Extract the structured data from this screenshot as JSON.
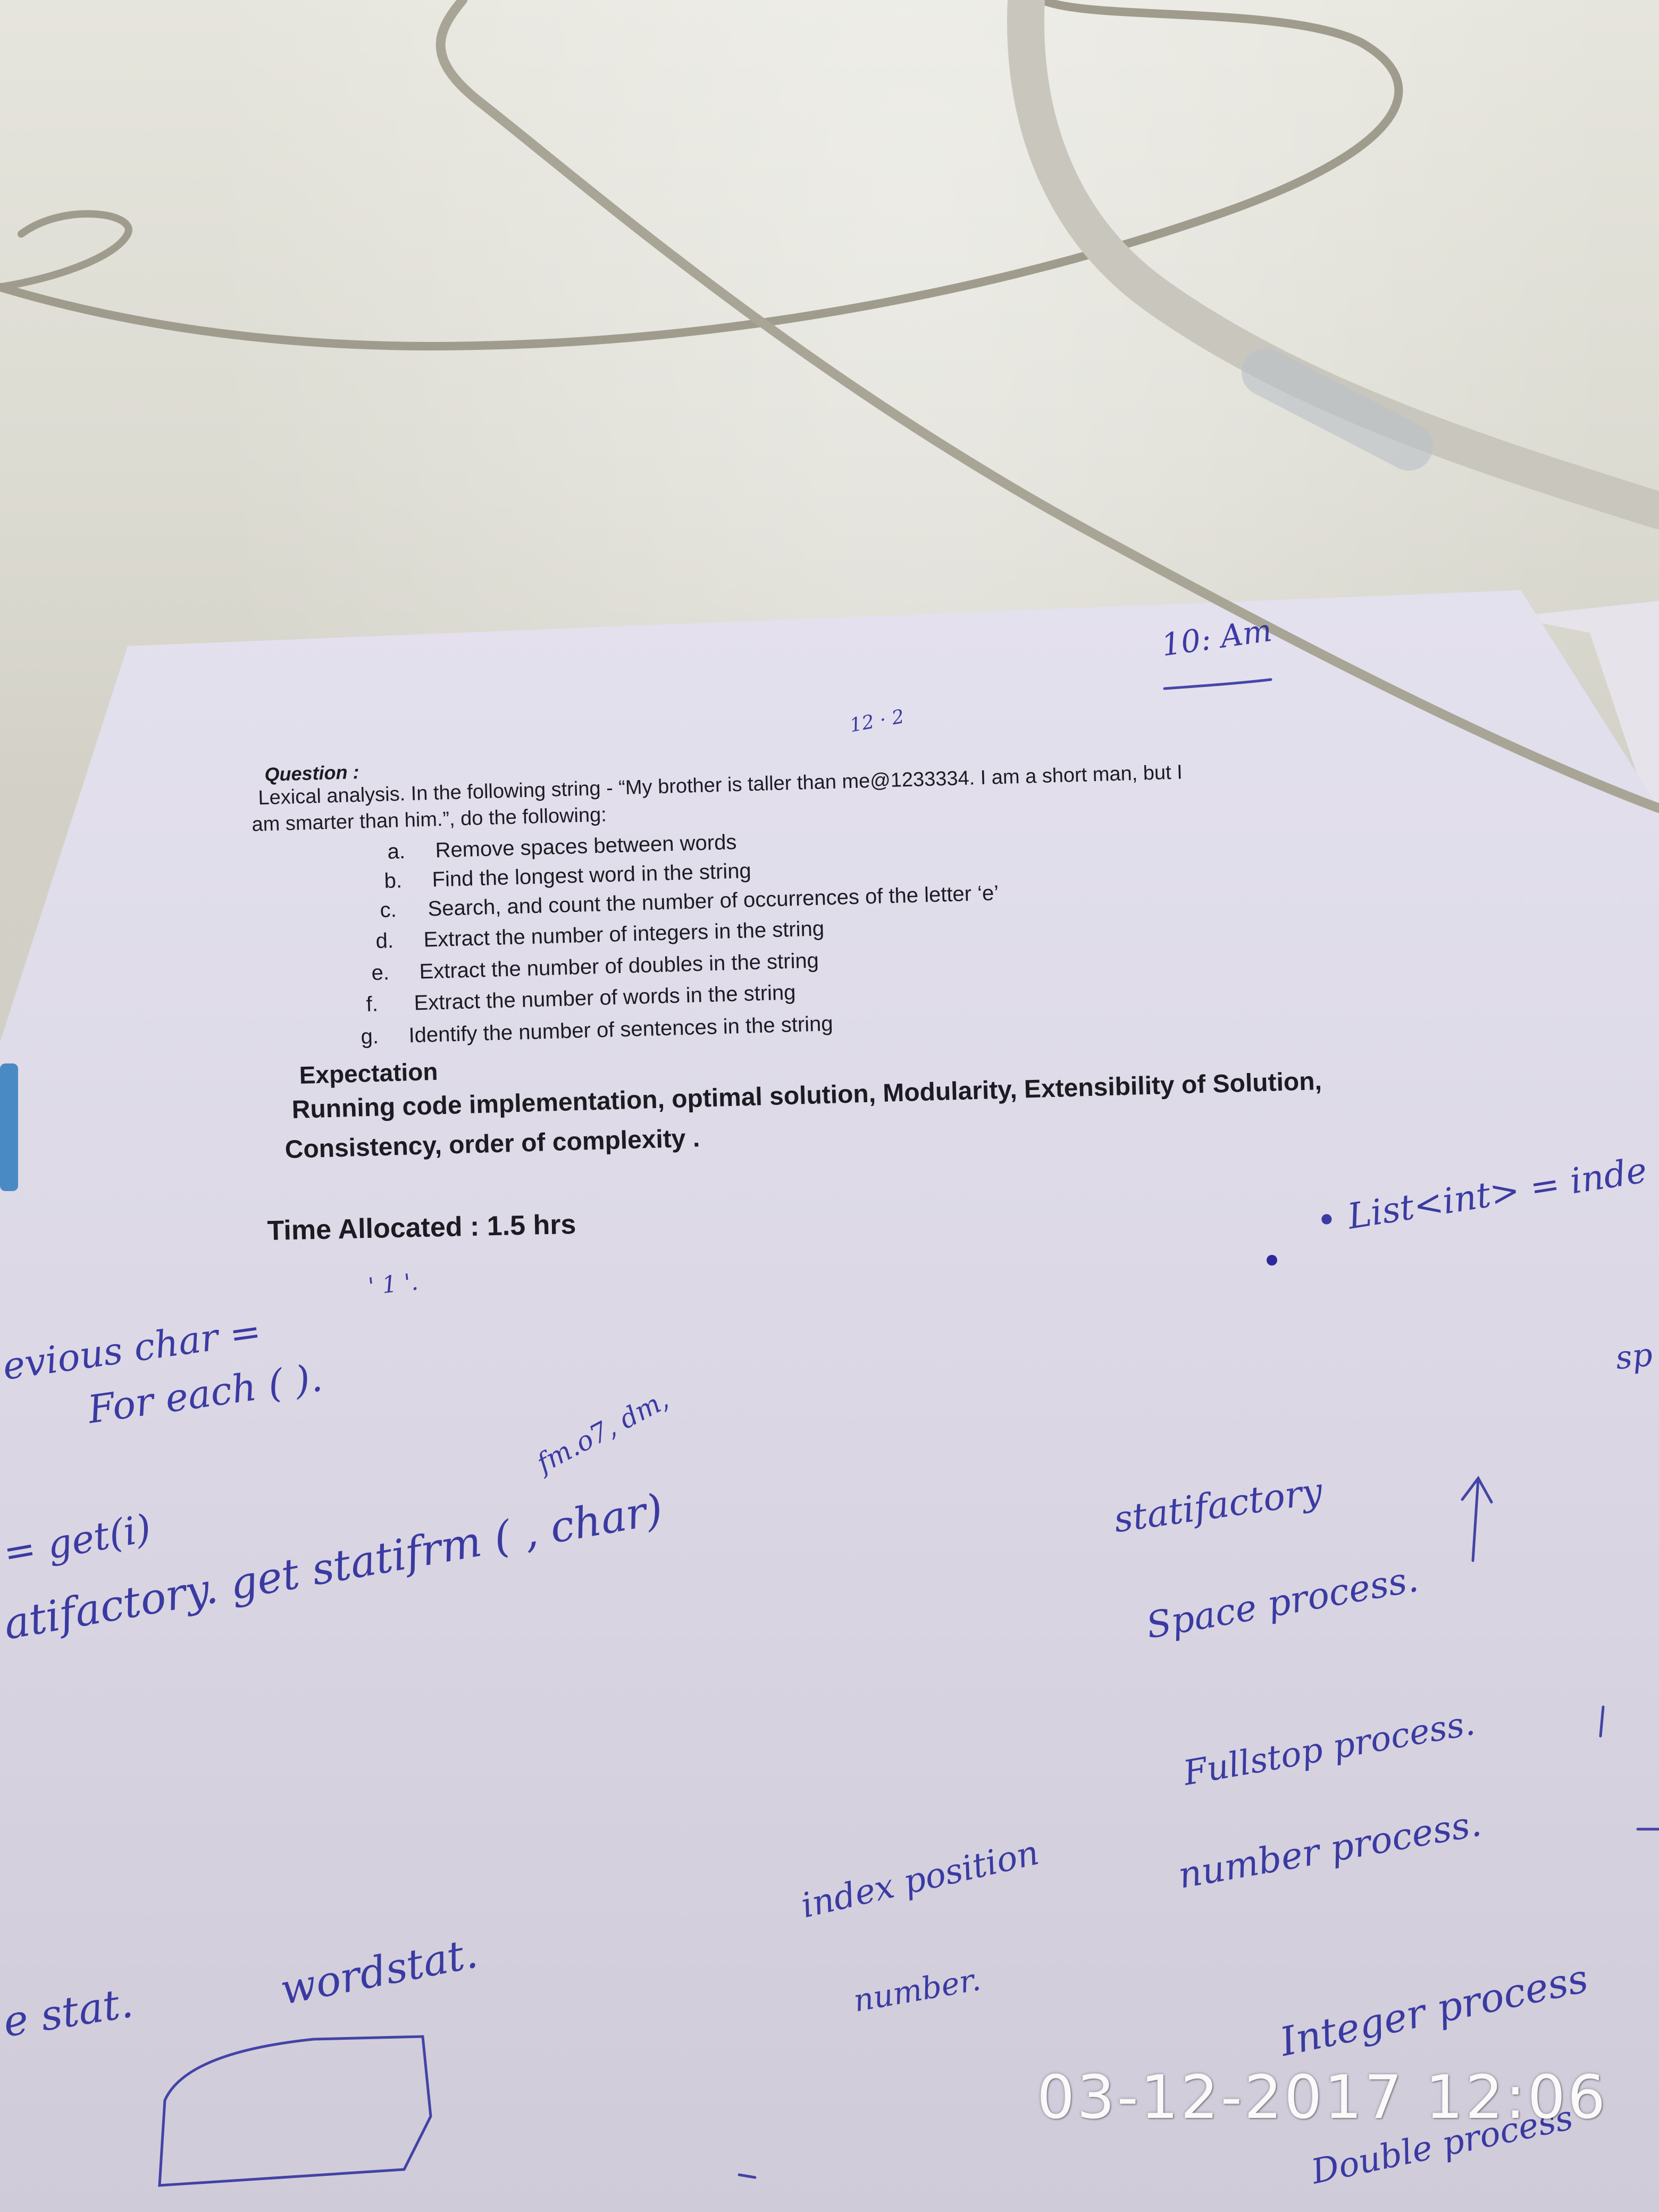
{
  "document": {
    "question_label": "Question :",
    "question_intro_line1": "Lexical analysis. In the following string - “My brother is taller than me@1233334. I am a short man, but I",
    "question_intro_line2": "am smarter than him.”, do the following:",
    "tasks": [
      {
        "letter": "a.",
        "text": "Remove spaces between words"
      },
      {
        "letter": "b.",
        "text": "Find the longest word in the string"
      },
      {
        "letter": "c.",
        "text": "Search, and count the number of occurrences of the letter ‘e’"
      },
      {
        "letter": "d.",
        "text": "Extract the number of integers in the string"
      },
      {
        "letter": "e.",
        "text": "Extract the number of doubles in the string"
      },
      {
        "letter": "f.",
        "text": "Extract the number of words in the string"
      },
      {
        "letter": "g.",
        "text": "Identify the number of sentences in the string"
      }
    ],
    "expectation_heading": "Expectation",
    "expectation_line1": "Running code implementation, optimal solution, Modularity, Extensibility of Solution,",
    "expectation_line2": "Consistency, order of complexity .",
    "time_allocated": "Time Allocated : 1.5 hrs"
  },
  "handwriting": {
    "top_right": "10:  Am",
    "small_mark": "12 · 2",
    "notes": [
      "• List<int> = inde",
      "sp",
      "evious char =",
      "For each (    ).",
      "' 1 '.",
      "= get(i)",
      "fm.o7, dm,",
      "atifactory. get statifrm ( , char)",
      "statifactory",
      "Space process.",
      "Fullstop process.",
      "number process.",
      "Integer process",
      "Double process",
      "index position",
      "number.",
      "wordstat.",
      "e stat."
    ]
  },
  "timestamp": "03-12-2017 12:06",
  "colors": {
    "ink_blue": "#2a2a9c",
    "paper": "#dcd9e6",
    "desk": "#d8d6cd",
    "cable": "#a8a596",
    "stamp_text": "#fafafa"
  }
}
